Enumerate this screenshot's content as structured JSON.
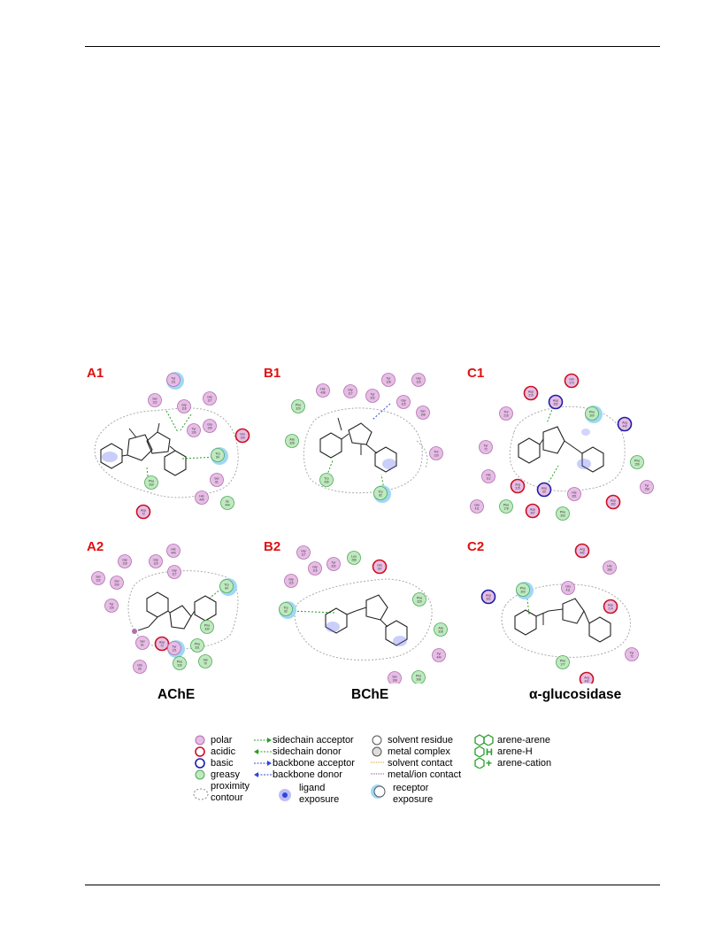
{
  "panels": [
    {
      "id": "A1",
      "label": "A1",
      "residues": [
        {
          "name": "Tyr",
          "num": "121",
          "type": "polar",
          "exp": true
        },
        {
          "name": "Ser",
          "num": "122",
          "type": "polar"
        },
        {
          "name": "Gly",
          "num": "118",
          "type": "polar"
        },
        {
          "name": "Gly",
          "num": "117",
          "type": "polar"
        },
        {
          "name": "Tyr",
          "num": "130",
          "type": "polar"
        },
        {
          "name": "Glu",
          "num": "199",
          "type": "polar"
        },
        {
          "name": "Glu",
          "num": "199",
          "type": "acidic"
        },
        {
          "name": "Trp",
          "num": "84",
          "type": "greasy",
          "exp": true
        },
        {
          "name": "Phe",
          "num": "330",
          "type": "greasy"
        },
        {
          "name": "Ser",
          "num": "81",
          "type": "polar"
        },
        {
          "name": "His",
          "num": "440",
          "type": "polar"
        },
        {
          "name": "Ile",
          "num": "444",
          "type": "greasy"
        },
        {
          "name": "Asp",
          "num": "72",
          "type": "acidic"
        }
      ]
    },
    {
      "id": "B1",
      "label": "B1",
      "residues": [
        {
          "name": "His",
          "num": "438",
          "type": "polar"
        },
        {
          "name": "Gly",
          "num": "117",
          "type": "polar"
        },
        {
          "name": "Tyr",
          "num": "332",
          "type": "polar"
        },
        {
          "name": "Tyr",
          "num": "128",
          "type": "polar"
        },
        {
          "name": "Gly",
          "num": "116",
          "type": "polar"
        },
        {
          "name": "Gly",
          "num": "115",
          "type": "polar"
        },
        {
          "name": "Phe",
          "num": "329",
          "type": "greasy"
        },
        {
          "name": "Ala",
          "num": "328",
          "type": "greasy"
        },
        {
          "name": "Ser",
          "num": "198",
          "type": "polar"
        },
        {
          "name": "Trp",
          "num": "430",
          "type": "greasy"
        },
        {
          "name": "Trp",
          "num": "82",
          "type": "greasy",
          "exp": true
        },
        {
          "name": "Thr",
          "num": "120",
          "type": "polar"
        }
      ]
    },
    {
      "id": "C1",
      "label": "C1",
      "residues": [
        {
          "name": "Gln",
          "num": "279",
          "type": "acidic"
        },
        {
          "name": "Asp",
          "num": "215",
          "type": "acidic"
        },
        {
          "name": "Asp",
          "num": "352",
          "type": "basic"
        },
        {
          "name": "Thr",
          "num": "216",
          "type": "polar"
        },
        {
          "name": "Phe",
          "num": "300",
          "type": "greasy",
          "exp": true
        },
        {
          "name": "Arg",
          "num": "442",
          "type": "basic"
        },
        {
          "name": "Tyr",
          "num": "72",
          "type": "polar"
        },
        {
          "name": "His",
          "num": "112",
          "type": "polar"
        },
        {
          "name": "Arg",
          "num": "315",
          "type": "acidic"
        },
        {
          "name": "Asp",
          "num": "69",
          "type": "basic"
        },
        {
          "name": "His",
          "num": "351",
          "type": "polar"
        },
        {
          "name": "Phe",
          "num": "159",
          "type": "greasy"
        },
        {
          "name": "Tyr",
          "num": "158",
          "type": "polar"
        },
        {
          "name": "Glu",
          "num": "411",
          "type": "polar"
        },
        {
          "name": "Phe",
          "num": "178",
          "type": "greasy"
        },
        {
          "name": "Asp",
          "num": "307",
          "type": "acidic"
        },
        {
          "name": "Phe",
          "num": "303",
          "type": "greasy"
        },
        {
          "name": "Asp",
          "num": "352",
          "type": "acidic"
        }
      ]
    },
    {
      "id": "A2",
      "label": "A2",
      "residues": [
        {
          "name": "His",
          "num": "440",
          "type": "polar"
        },
        {
          "name": "Gly",
          "num": "118",
          "type": "polar"
        },
        {
          "name": "Gly",
          "num": "119",
          "type": "polar"
        },
        {
          "name": "Ser",
          "num": "122",
          "type": "polar"
        },
        {
          "name": "Ser",
          "num": "200",
          "type": "polar"
        },
        {
          "name": "Gly",
          "num": "117",
          "type": "polar"
        },
        {
          "name": "Trp",
          "num": "84",
          "type": "greasy",
          "exp": true
        },
        {
          "name": "Tyr",
          "num": "130",
          "type": "polar"
        },
        {
          "name": "Phe",
          "num": "330",
          "type": "greasy"
        },
        {
          "name": "Ser",
          "num": "81",
          "type": "polar"
        },
        {
          "name": "Asp",
          "num": "72",
          "type": "acidic"
        },
        {
          "name": "Tyr",
          "num": "121",
          "type": "polar",
          "exp": true
        },
        {
          "name": "Phe",
          "num": "331",
          "type": "greasy"
        },
        {
          "name": "Gln",
          "num": "69",
          "type": "polar"
        },
        {
          "name": "Phe",
          "num": "330",
          "type": "greasy"
        },
        {
          "name": "Val",
          "num": "70",
          "type": "greasy"
        }
      ]
    },
    {
      "id": "B2",
      "label": "B2",
      "residues": [
        {
          "name": "Gly",
          "num": "117",
          "type": "polar"
        },
        {
          "name": "Leu",
          "num": "286",
          "type": "greasy"
        },
        {
          "name": "Tyr",
          "num": "332",
          "type": "polar"
        },
        {
          "name": "Gly",
          "num": "116",
          "type": "polar"
        },
        {
          "name": "Glu",
          "num": "197",
          "type": "acidic"
        },
        {
          "name": "Gly",
          "num": "115",
          "type": "polar"
        },
        {
          "name": "Trp",
          "num": "82",
          "type": "greasy",
          "exp": true
        },
        {
          "name": "Phe",
          "num": "329",
          "type": "greasy"
        },
        {
          "name": "Ala",
          "num": "328",
          "type": "greasy"
        },
        {
          "name": "Tyr",
          "num": "440",
          "type": "polar"
        },
        {
          "name": "Ser",
          "num": "198",
          "type": "polar"
        },
        {
          "name": "Phe",
          "num": "398",
          "type": "greasy"
        }
      ]
    },
    {
      "id": "C2",
      "label": "C2",
      "residues": [
        {
          "name": "Arg",
          "num": "442",
          "type": "acidic"
        },
        {
          "name": "His",
          "num": "280",
          "type": "polar"
        },
        {
          "name": "Phe",
          "num": "300",
          "type": "greasy",
          "exp": true
        },
        {
          "name": "Glu",
          "num": "411",
          "type": "polar"
        },
        {
          "name": "Asp",
          "num": "214",
          "type": "acidic"
        },
        {
          "name": "Asp",
          "num": "352",
          "type": "basic"
        },
        {
          "name": "Phe",
          "num": "177",
          "type": "greasy"
        },
        {
          "name": "Arg",
          "num": "442",
          "type": "acidic"
        },
        {
          "name": "Tyr",
          "num": "72",
          "type": "polar"
        }
      ]
    }
  ],
  "enzymes": [
    "AChE",
    "BChE",
    "α-glucosidase"
  ],
  "legend": {
    "residue_types": [
      "polar",
      "acidic",
      "basic",
      "greasy"
    ],
    "proximity": [
      "proximity",
      "contour"
    ],
    "interactions": [
      "sidechain acceptor",
      "sidechain donor",
      "backbone acceptor",
      "backbone donor"
    ],
    "ligand_exposure": [
      "ligand",
      "exposure"
    ],
    "solvent": [
      "solvent residue",
      "metal complex",
      "solvent contact",
      "metal/ion contact"
    ],
    "receptor_exposure": [
      "receptor",
      "exposure"
    ],
    "arene": [
      "arene-arene",
      "arene-H",
      "arene-cation"
    ]
  },
  "colors": {
    "polar_fill": "#e7bde6",
    "polar_stroke": "#b070b0",
    "acidic_stroke": "#cc1020",
    "basic_stroke": "#1b1fa8",
    "greasy_fill": "#bfe9bf",
    "greasy_stroke": "#4fa95a",
    "label_red": "#e01010",
    "green_line": "#2a9d2a",
    "blue_line": "#3344dd"
  }
}
